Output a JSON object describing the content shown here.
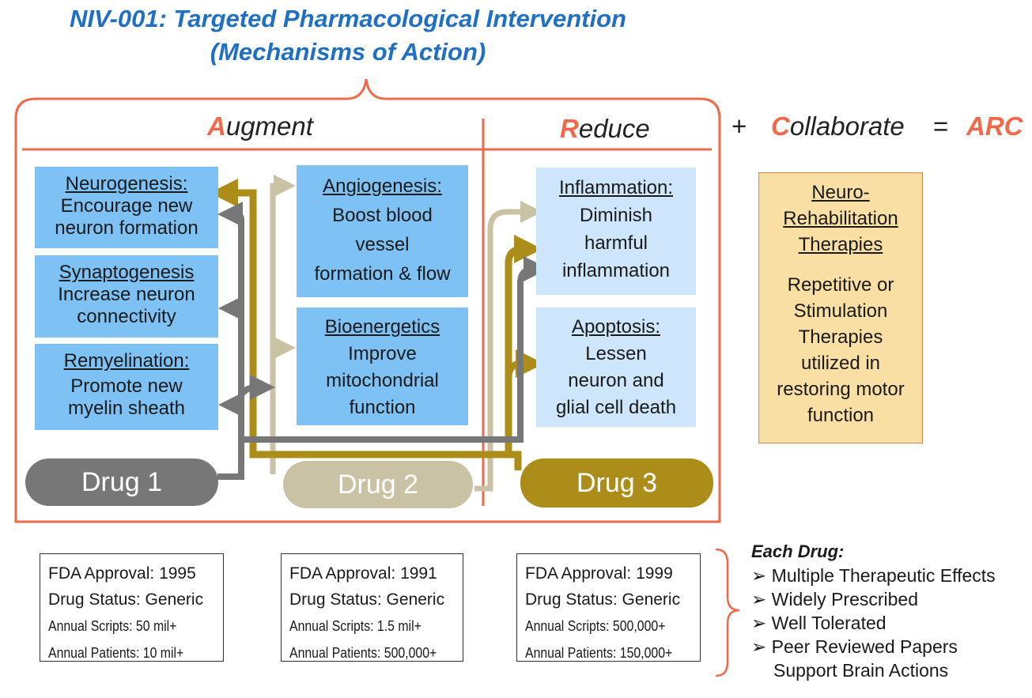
{
  "title": {
    "line1": "NIV-001: Targeted Pharmacological Intervention",
    "line2": "(Mechanisms of Action)"
  },
  "sections": {
    "augment": {
      "initial": "A",
      "rest": "ugment"
    },
    "reduce": {
      "initial": "R",
      "rest": "educe"
    },
    "plus": "+",
    "collaborate": {
      "initial": "C",
      "rest": "ollaborate"
    },
    "equals": "=",
    "arc": "ARC"
  },
  "mechanisms": {
    "neurogenesis": {
      "heading": "Neurogenesis:",
      "line1": "Encourage new",
      "line2": "neuron formation"
    },
    "synaptogenesis": {
      "heading": "Synaptogenesis",
      "line1": "Increase neuron",
      "line2": "connectivity"
    },
    "remyelination": {
      "heading": "Remyelination:",
      "line1": "Promote new",
      "line2": "myelin sheath"
    },
    "angiogenesis": {
      "heading": "Angiogenesis:",
      "line1": "Boost blood",
      "line2": "vessel",
      "line3": "formation & flow"
    },
    "bioenergetics": {
      "heading": "Bioenergetics",
      "line1": "Improve",
      "line2": "mitochondrial",
      "line3": "function"
    },
    "inflammation": {
      "heading": "Inflammation:",
      "line1": "Diminish",
      "line2": "harmful",
      "line3": "inflammation"
    },
    "apoptosis": {
      "heading": "Apoptosis:",
      "line1": "Lessen",
      "line2": "neuron and",
      "line3": "glial cell death"
    }
  },
  "drugs": [
    {
      "label": "Drug 1",
      "color": "#777777",
      "fda": "FDA Approval: 1995",
      "status": "Drug Status: Generic",
      "scripts": "Annual Scripts: 50 mil+",
      "patients": "Annual Patients: 10 mil+"
    },
    {
      "label": "Drug 2",
      "color": "#c9c2a4",
      "fda": "FDA Approval: 1991",
      "status": "Drug Status: Generic",
      "scripts": "Annual Scripts: 1.5 mil+",
      "patients": "Annual Patients: 500,000+"
    },
    {
      "label": "Drug 3",
      "color": "#ad8d1a",
      "fda": "FDA Approval: 1999",
      "status": "Drug Status: Generic",
      "scripts": "Annual Scripts: 500,000+",
      "patients": "Annual Patients: 150,000+"
    }
  ],
  "neuro_rehab": {
    "heading1": "Neuro-",
    "heading2": "Rehabilitation",
    "heading3": "Therapies",
    "line1": "Repetitive or",
    "line2": "Stimulation",
    "line3": "Therapies",
    "line4": "utilized in",
    "line5": "restoring motor",
    "line6": "function"
  },
  "each_drug": {
    "heading": "Each Drug:",
    "bullet": "➢",
    "items": [
      "Multiple Therapeutic Effects",
      "Widely Prescribed",
      "Well Tolerated",
      "Peer Reviewed Papers"
    ],
    "continuation": "Support Brain Actions"
  },
  "colors": {
    "title": "#1f6fc5",
    "accent": "#ee6a4a",
    "box_dark": "#7dc1f5",
    "box_light": "#cde6fb",
    "rehab_fill": "#f9dfa4"
  }
}
